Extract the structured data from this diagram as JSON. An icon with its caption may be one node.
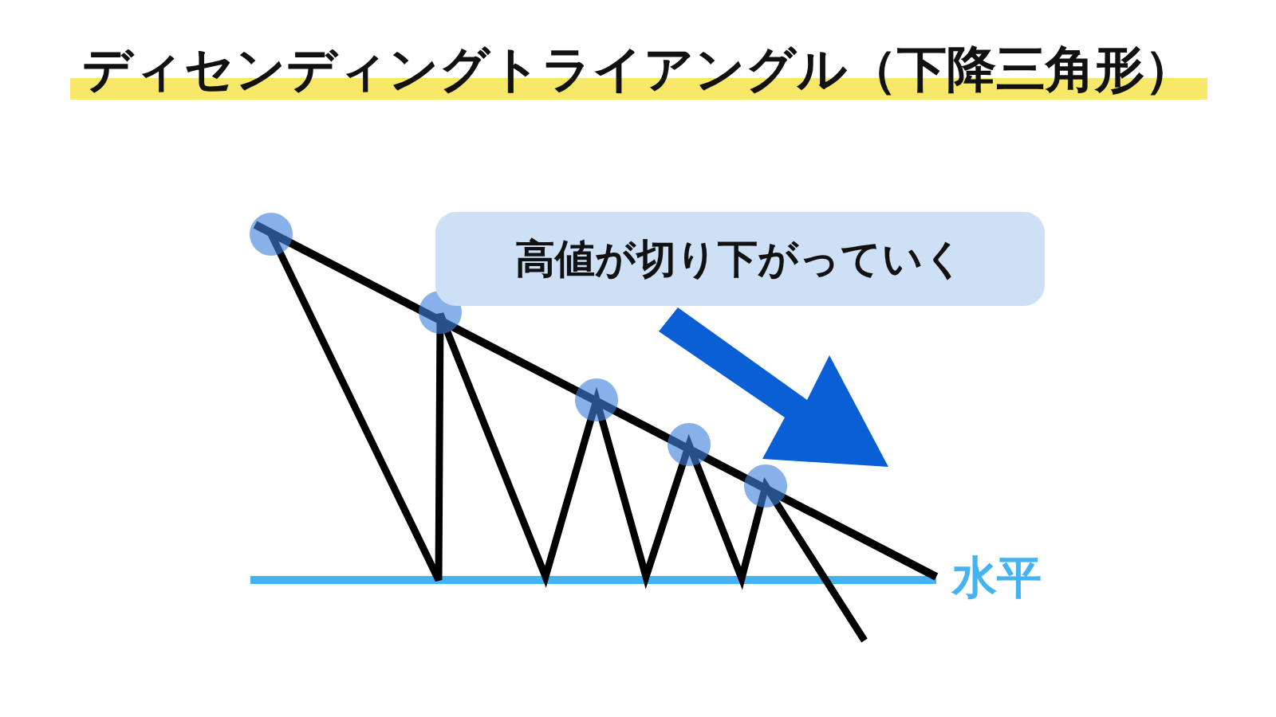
{
  "diagram": {
    "title": "ディセンディングトライアングル（下降三角形）",
    "nodes": [
      {
        "text": [
          "高値が切り下がっていく"
        ]
      }
    ],
    "labels": [
      "水平"
    ]
  }
}
